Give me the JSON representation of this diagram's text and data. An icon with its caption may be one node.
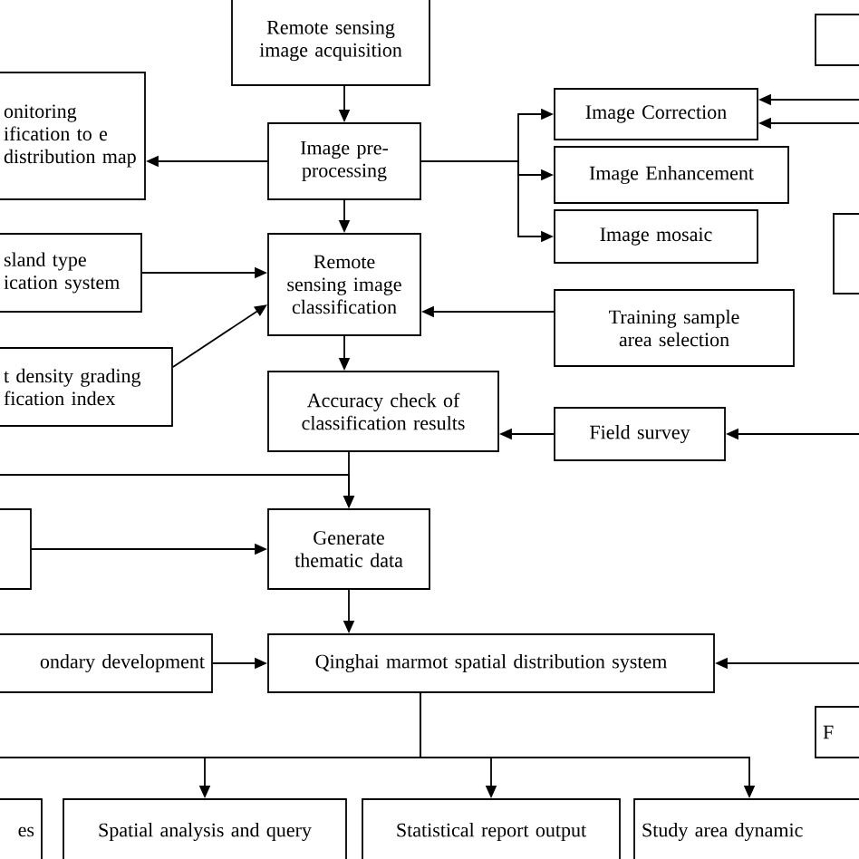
{
  "diagram": {
    "nodes": [
      {
        "text": [
          "Remote sensing image acquisition"
        ]
      },
      {
        "text": [
          "onitoring ification to e distribution map"
        ]
      },
      {
        "text": [
          "Image pre-processing"
        ]
      },
      {
        "text": [
          "Image Correction"
        ]
      },
      {
        "text": [
          "Image Enhancement"
        ]
      },
      {
        "text": [
          "Image mosaic"
        ]
      },
      {
        "text": [],
        "shape": "box"
      },
      {
        "text": [],
        "shape": "box"
      },
      {
        "text": [
          "sland type ication system"
        ]
      },
      {
        "text": [
          "Remote sensing image classification"
        ]
      },
      {
        "text": [
          "t density grading fication index"
        ]
      },
      {
        "text": [
          "Training sample area selection"
        ]
      },
      {
        "text": [
          "Accuracy check of classification results"
        ]
      },
      {
        "text": [
          "Field survey"
        ]
      },
      {
        "text": [],
        "shape": "box"
      },
      {
        "text": [
          "Generate thematic data"
        ]
      },
      {
        "text": [
          "ondary development"
        ]
      },
      {
        "text": [
          "Qinghai marmot spatial distribution system"
        ]
      },
      {
        "text": [
          "F"
        ]
      },
      {
        "text": [
          "es"
        ]
      },
      {
        "text": [
          "Spatial analysis and query"
        ]
      },
      {
        "text": [
          "Statistical report output"
        ]
      },
      {
        "text": [
          "Study area dynamic"
        ]
      }
    ],
    "edges": [
      {
        "from": 0,
        "to": 2,
        "arrow": "to"
      },
      {
        "from": 2,
        "to": 1,
        "arrow": "to"
      },
      {
        "from": 2,
        "to": 3,
        "arrow": "to"
      },
      {
        "from": 2,
        "to": 4,
        "arrow": "to"
      },
      {
        "from": 2,
        "to": 5,
        "arrow": "to"
      },
      {
        "from": null,
        "to": 3,
        "arrow": "to"
      },
      {
        "from": null,
        "to": 3,
        "arrow": "to"
      },
      {
        "from": 2,
        "to": 9,
        "arrow": "to"
      },
      {
        "from": 8,
        "to": 9,
        "arrow": "to"
      },
      {
        "from": 10,
        "to": 9,
        "arrow": "to"
      },
      {
        "from": 11,
        "to": 9,
        "arrow": "to"
      },
      {
        "from": 9,
        "to": 12,
        "arrow": "to"
      },
      {
        "from": 13,
        "to": 12,
        "arrow": "to"
      },
      {
        "from": null,
        "to": 13,
        "arrow": "to"
      },
      {
        "from": 12,
        "to": 15,
        "arrow": "to"
      },
      {
        "from": null,
        "to": 15,
        "arrow": "to"
      },
      {
        "from": 14,
        "to": 15,
        "arrow": "to"
      },
      {
        "from": 15,
        "to": 17,
        "arrow": "to"
      },
      {
        "from": 16,
        "to": 17,
        "arrow": "to"
      },
      {
        "from": null,
        "to": 17,
        "arrow": "to"
      },
      {
        "from": 17,
        "to": 20,
        "arrow": "to"
      },
      {
        "from": 17,
        "to": 21,
        "arrow": "to"
      },
      {
        "from": 17,
        "to": 22,
        "arrow": "to"
      }
    ]
  }
}
